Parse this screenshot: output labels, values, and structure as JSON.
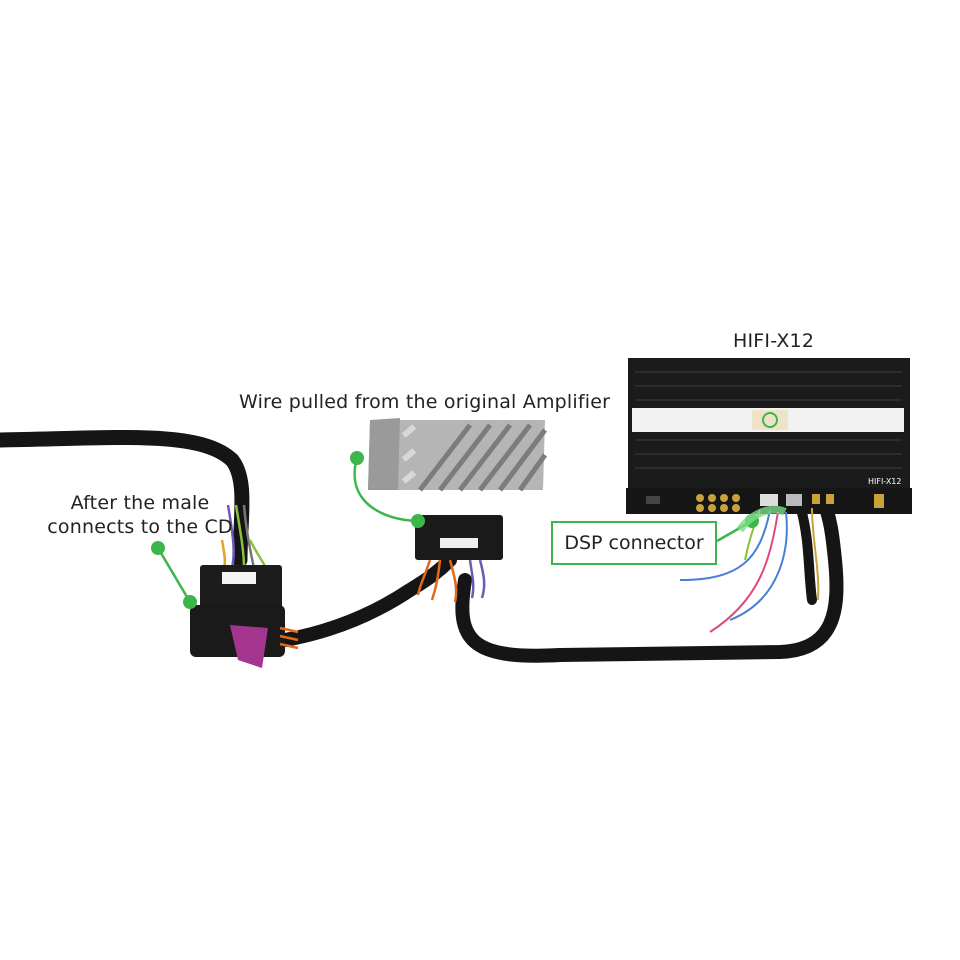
{
  "labels": {
    "product": "HIFI-X12",
    "amp_wire": "Wire pulled from the original Amplifier",
    "cd_line1": "After the male",
    "cd_line2": "connects to the CD",
    "dsp": "DSP connector"
  },
  "device": {
    "badge": "HIFI-X12"
  },
  "colors": {
    "callout_green": "#3cb54a",
    "cable_black": "#151515",
    "connector_purple": "#a3358f",
    "heatsink_silver": "#a9a9a9"
  }
}
